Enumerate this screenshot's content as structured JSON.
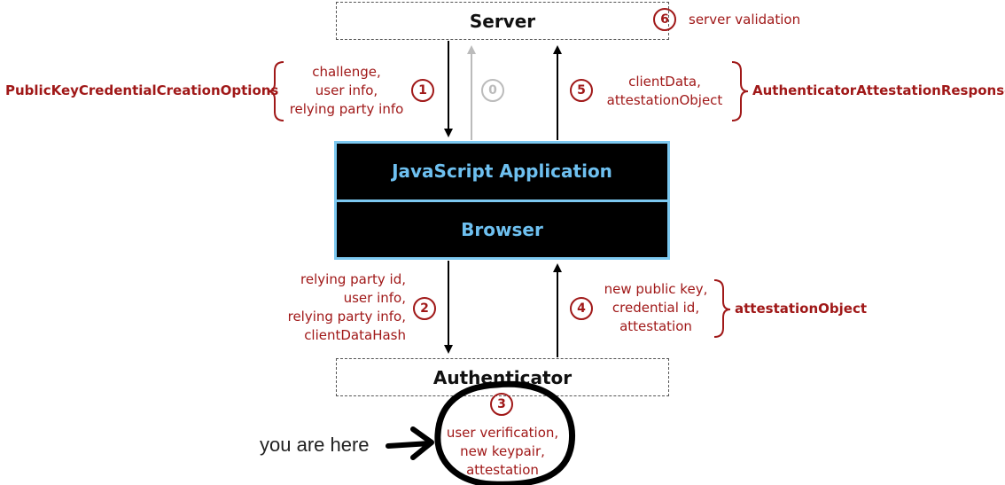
{
  "server": {
    "title": "Server"
  },
  "browser_stack": {
    "app_label": "JavaScript Application",
    "browser_label": "Browser"
  },
  "authenticator": {
    "title": "Authenticator"
  },
  "steps": {
    "s0": "0",
    "s1": "1",
    "s2": "2",
    "s3": "3",
    "s4": "4",
    "s5": "5",
    "s6": "6"
  },
  "labels": {
    "options_group": "PublicKeyCredentialCreationOptions",
    "step1_lines": [
      "challenge,",
      "user info,",
      "relying party info"
    ],
    "step5_lines": [
      "clientData,",
      "attestationObject"
    ],
    "response_group": "AuthenticatorAttestationResponse",
    "step6": "server validation",
    "step2_lines": [
      "relying party id,",
      "user info,",
      "relying party info,",
      "clientDataHash"
    ],
    "step4_lines": [
      "new public key,",
      "credential id,",
      "attestation"
    ],
    "attestation_group": "attestationObject",
    "step3_lines": [
      "user verification,",
      "new keypair,",
      "attestation"
    ],
    "you_are_here": "you are here"
  }
}
